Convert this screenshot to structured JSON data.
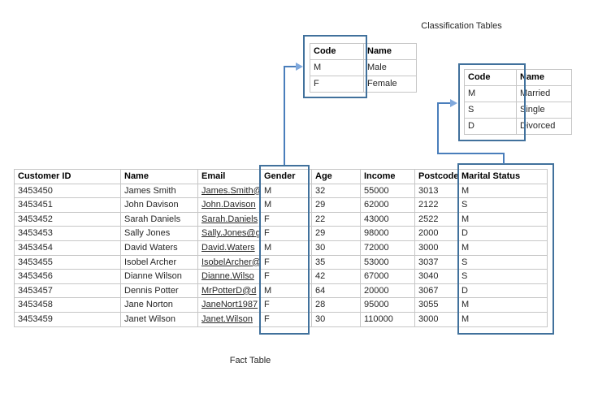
{
  "labels": {
    "classification_tables": "Classification Tables",
    "fact_table": "Fact Table"
  },
  "colors": {
    "highlight_box_border": "#41719c",
    "connector_line": "#4a7ebb",
    "arrowhead": "#7fa8dc",
    "grid_border": "#c6c6c6",
    "hyperlink": "#0563c1"
  },
  "gender_table": {
    "headers": [
      "Code",
      "Name"
    ],
    "rows": [
      [
        "M",
        "Male"
      ],
      [
        "F",
        "Female"
      ]
    ]
  },
  "marital_table": {
    "headers": [
      "Code",
      "Name"
    ],
    "rows": [
      [
        "M",
        "Married"
      ],
      [
        "S",
        "Single"
      ],
      [
        "D",
        "Divorced"
      ]
    ]
  },
  "fact_table": {
    "headers": [
      "Customer ID",
      "Name",
      "Email",
      "Gender",
      "Age",
      "Income",
      "Postcode",
      "Marital Status"
    ],
    "rows": [
      [
        "3453450",
        "James Smith",
        "James.Smith@",
        "M",
        "32",
        "55000",
        "3013",
        "M"
      ],
      [
        "3453451",
        "John Davison",
        "John.Davison",
        "M",
        "29",
        "62000",
        "2122",
        "S"
      ],
      [
        "3453452",
        "Sarah Daniels",
        "Sarah.Daniels",
        "F",
        "22",
        "43000",
        "2522",
        "M"
      ],
      [
        "3453453",
        "Sally Jones",
        "Sally.Jones@g",
        "F",
        "29",
        "98000",
        "2000",
        "D"
      ],
      [
        "3453454",
        "David Waters",
        "David.Waters",
        "M",
        "30",
        "72000",
        "3000",
        "M"
      ],
      [
        "3453455",
        "Isobel Archer",
        "IsobelArcher@",
        "F",
        "35",
        "53000",
        "3037",
        "S"
      ],
      [
        "3453456",
        "Dianne Wilson",
        "Dianne.Wilso",
        "F",
        "42",
        "67000",
        "3040",
        "S"
      ],
      [
        "3453457",
        "Dennis Potter",
        "MrPotterD@d",
        "M",
        "64",
        "20000",
        "3067",
        "D"
      ],
      [
        "3453458",
        "Jane Norton",
        "JaneNort1987",
        "F",
        "28",
        "95000",
        "3055",
        "M"
      ],
      [
        "3453459",
        "Janet Wilson",
        "Janet.Wilson",
        "F",
        "30",
        "110000",
        "3000",
        "M"
      ]
    ]
  }
}
